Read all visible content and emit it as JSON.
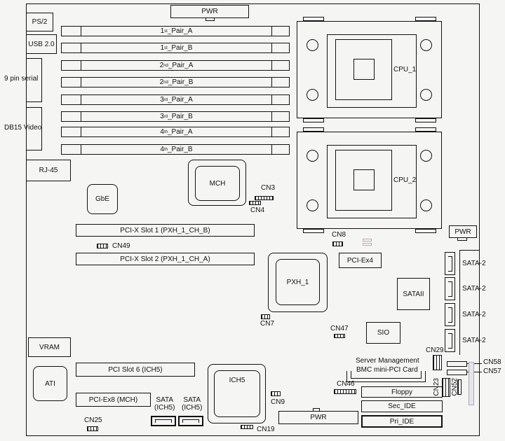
{
  "board": {
    "io": {
      "ps2": "PS/2",
      "usb": "USB 2.0",
      "serial": "9 pin serial",
      "video": "DB15 Video",
      "rj45": "RJ-45"
    },
    "power_top": "PWR",
    "power_right": "PWR",
    "power_bottom": "PWR",
    "dimms": [
      {
        "num": "1",
        "sup": "st",
        "suffix": "_Pair_A"
      },
      {
        "num": "1",
        "sup": "st",
        "suffix": "_Pair_B"
      },
      {
        "num": "2",
        "sup": "nd",
        "suffix": "_Pair_A"
      },
      {
        "num": "2",
        "sup": "nd",
        "suffix": "_Pair_B"
      },
      {
        "num": "3",
        "sup": "rd",
        "suffix": "_Pair_A"
      },
      {
        "num": "3",
        "sup": "rd",
        "suffix": "_Pair_B"
      },
      {
        "num": "4",
        "sup": "th",
        "suffix": "_Pair_A"
      },
      {
        "num": "4",
        "sup": "th",
        "suffix": "_Pair_B"
      }
    ],
    "cpu1": "CPU_1",
    "cpu2": "CPU_2",
    "chips": {
      "mch": "MCH",
      "gbe": "GbE",
      "pxh": "PXH_1",
      "sataii": "SATAII",
      "sio": "SIO",
      "vram": "VRAM",
      "ati": "ATI",
      "ich5": "ICH5"
    },
    "slots": {
      "pcix1": "PCI-X Slot 1 (PXH_1_CH_B)",
      "pcix2": "PCI-X Slot 2 (PXH_1_CH_A)",
      "pciex4": "PCI-Ex4",
      "pci6": "PCI Slot 6 (ICH5)",
      "pciex8": "PCI-Ex8 (MCH)",
      "bmc1": "Server Management",
      "bmc2": "BMC mini-PCI Card"
    },
    "sata2": [
      "SATA-2",
      "SATA-2",
      "SATA-2",
      "SATA-2"
    ],
    "sata_ich5": {
      "l1": "SATA",
      "l2": "(ICH5)"
    },
    "drives": {
      "floppy": "Floppy",
      "sec": "Sec_IDE",
      "pri": "Pri_IDE"
    },
    "cn": {
      "cn3": "CN3",
      "cn4": "CN4",
      "cn49": "CN49",
      "cn7": "CN7",
      "cn8": "CN8",
      "cn47": "CN47",
      "cn29": "CN29",
      "cn58": "CN58",
      "cn57": "CN57",
      "cn46": "CN46",
      "cn23": "CN23",
      "cn52": "CN52",
      "cn9": "CN9",
      "cn19": "CN19",
      "cn25": "CN25"
    }
  }
}
